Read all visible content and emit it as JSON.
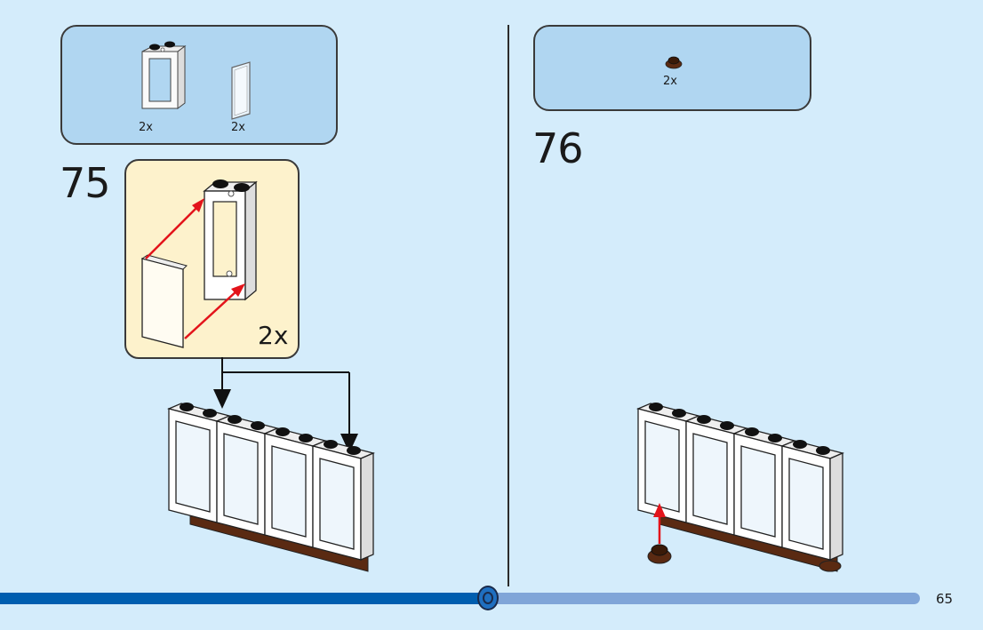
{
  "page": {
    "number": "65",
    "progress_fraction": 0.53
  },
  "left_step": {
    "parts_list": [
      {
        "part": "window-frame-1x2x3",
        "color": "white",
        "quantity": "2x"
      },
      {
        "part": "window-glass-1x2x3",
        "color": "transparent",
        "quantity": "2x"
      }
    ],
    "step_number": "75",
    "sub_assembly": {
      "multiplier": "2x",
      "description": "Insert glass pane into window frame"
    },
    "result": "Attach 2 window assemblies to wall row (4 window frames on brown base)"
  },
  "right_step": {
    "parts_list": [
      {
        "part": "round-plate-1x1",
        "color": "reddish-brown",
        "quantity": "2x"
      }
    ],
    "step_number": "76",
    "result": "Attach round plates under the window wall"
  },
  "colors": {
    "background": "#d4ecfb",
    "parts_box": "#b0d6f1",
    "sub_box": "#fdf2cc",
    "arrow_red": "#e3141b",
    "progress_done": "#005eaf",
    "progress_remaining": "#80a5d8",
    "brick_brown": "#5a2a12"
  }
}
